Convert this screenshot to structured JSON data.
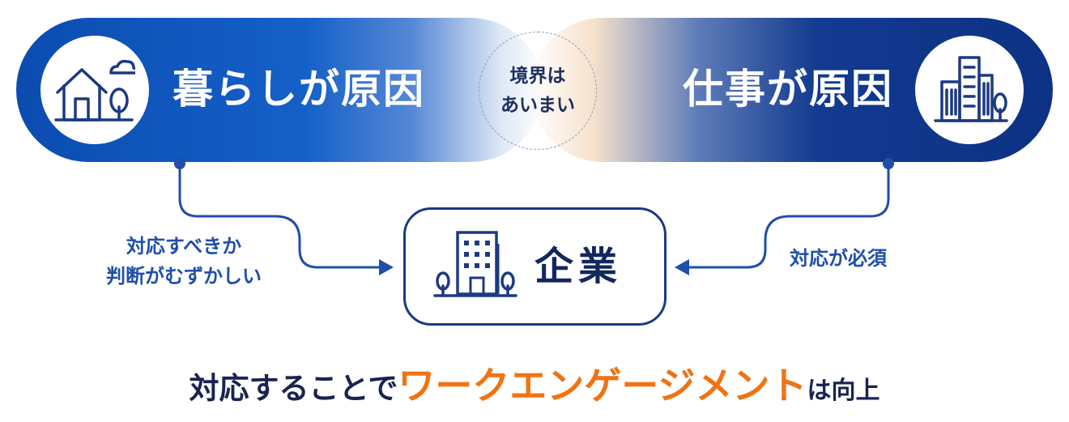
{
  "left_band": {
    "title": "暮らしが原因",
    "icon": "house-with-tree-icon"
  },
  "right_band": {
    "title": "仕事が原因",
    "icon": "office-building-icon"
  },
  "boundary": {
    "line1": "境界は",
    "line2": "あいまい"
  },
  "left_label": {
    "line1": "対応すべきか",
    "line2": "判断がむずかしい"
  },
  "right_label": {
    "text": "対応が必須"
  },
  "company": {
    "label": "企業",
    "icon": "company-building-icon"
  },
  "conclusion": {
    "part1": "対応することで",
    "emphasis": "ワークエンゲージメント",
    "part2": "は向上"
  },
  "colors": {
    "left_band": "#0b4cb0",
    "right_band": "#0d3285",
    "accent": "#f07314",
    "navy": "#1c3a82",
    "label_blue": "#1f4fa8"
  }
}
